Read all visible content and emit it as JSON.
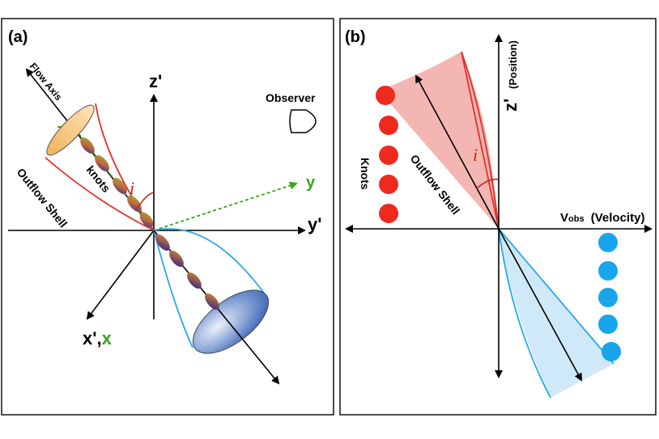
{
  "panel_a": {
    "label": "(a)",
    "flow_axis": "Flow Axis",
    "z_prime": "z'",
    "y_prime": "y'",
    "x_label": "x'",
    "x_comma": ",",
    "x_green": "x",
    "y_green": "y",
    "z_green": "z",
    "knots": "knots",
    "angle": "i",
    "outflow_shell": "Outflow Shell",
    "observer": "Observer"
  },
  "panel_b": {
    "label": "(b)",
    "z_prime": "z'",
    "position": "(Position)",
    "v_main": "V",
    "v_sub": "obs",
    "velocity": "(Velocity)",
    "knots": "Knots",
    "outflow_shell": "Outflow Shell",
    "angle": "i"
  },
  "colors": {
    "red_shell": "#e0312b",
    "blue_shell": "#2aa7e8",
    "red_fill": "#f4b6b2",
    "blue_fill": "#cfe9f8",
    "green": "#3aa318",
    "knot_red": "#ee2a1d",
    "knot_blue": "#18a5ec"
  }
}
